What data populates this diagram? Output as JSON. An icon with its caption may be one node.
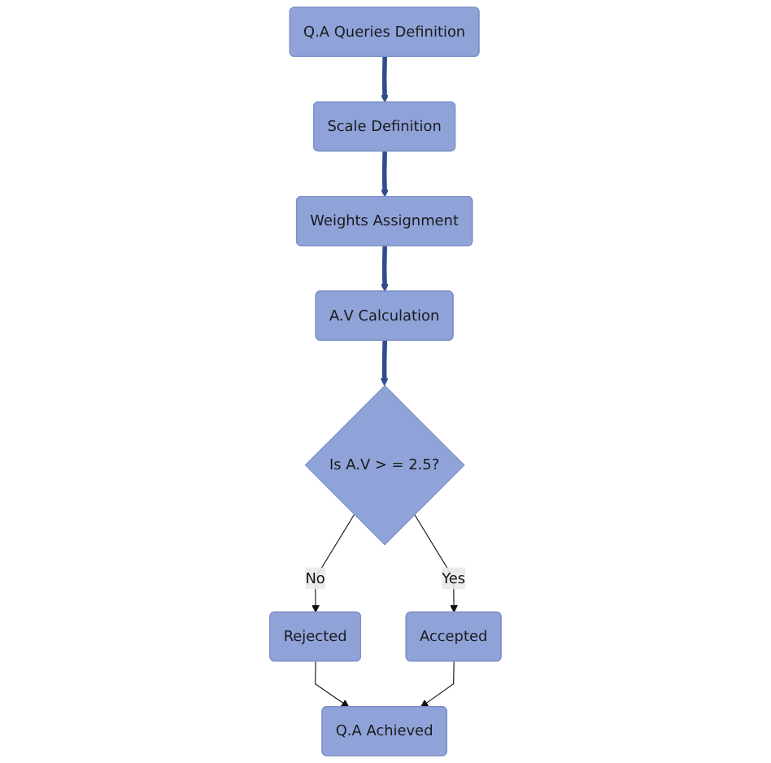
{
  "diagram": {
    "nodes": [
      {
        "text": [
          "Q.A Queries Definition"
        ]
      },
      {
        "text": [
          "Scale Definition"
        ]
      },
      {
        "text": [
          "Weights Assignment"
        ]
      },
      {
        "text": [
          "A.V Calculation"
        ]
      },
      {
        "text": [
          "Is A.V > = 2.5?"
        ]
      },
      {
        "text": [
          "Rejected"
        ]
      },
      {
        "text": [
          "Accepted"
        ]
      },
      {
        "text": [
          "Q.A Achieved"
        ]
      }
    ],
    "edges": [
      {
        "from": 0,
        "to": 1,
        "arrow": "to",
        "style": "thick",
        "color": "#2e4d8c"
      },
      {
        "from": 1,
        "to": 2,
        "arrow": "to",
        "style": "thick",
        "color": "#2e4d8c"
      },
      {
        "from": 2,
        "to": 3,
        "arrow": "to",
        "style": "thick",
        "color": "#2e4d8c"
      },
      {
        "from": 3,
        "to": 4,
        "arrow": "to",
        "style": "thick",
        "color": "#2e4d8c"
      },
      {
        "from": 4,
        "to": 5,
        "arrow": "to",
        "label": "No",
        "color": "#111111"
      },
      {
        "from": 4,
        "to": 6,
        "arrow": "to",
        "label": "Yes",
        "color": "#111111"
      },
      {
        "from": 5,
        "to": 7,
        "arrow": "to",
        "color": "#111111"
      },
      {
        "from": 6,
        "to": 7,
        "arrow": "to",
        "color": "#111111"
      }
    ]
  }
}
